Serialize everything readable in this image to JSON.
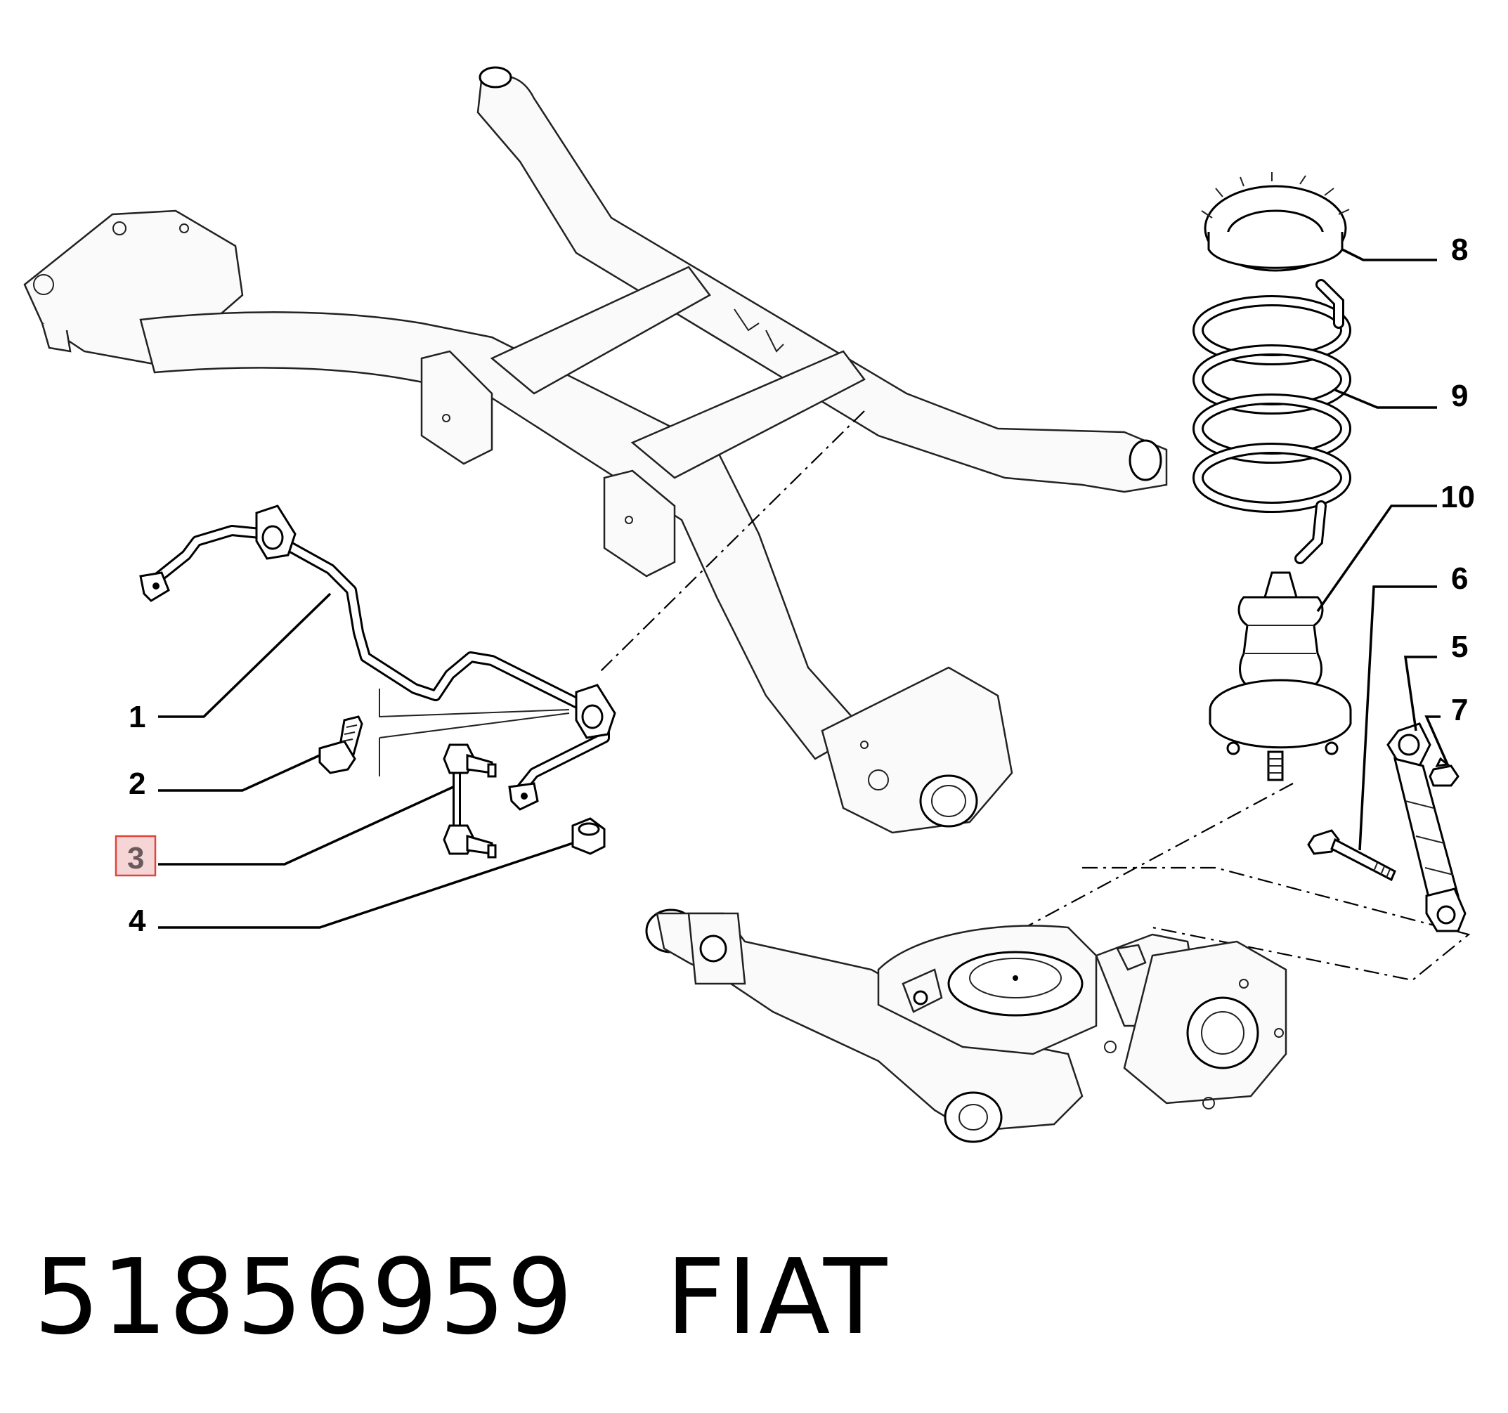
{
  "diagram": {
    "callouts": [
      {
        "id": "1",
        "label": "1",
        "highlighted": false
      },
      {
        "id": "2",
        "label": "2",
        "highlighted": false
      },
      {
        "id": "3",
        "label": "3",
        "highlighted": true
      },
      {
        "id": "4",
        "label": "4",
        "highlighted": false
      },
      {
        "id": "5",
        "label": "5",
        "highlighted": false
      },
      {
        "id": "6",
        "label": "6",
        "highlighted": false
      },
      {
        "id": "7",
        "label": "7",
        "highlighted": false
      },
      {
        "id": "8",
        "label": "8",
        "highlighted": false
      },
      {
        "id": "9",
        "label": "9",
        "highlighted": false
      },
      {
        "id": "10",
        "label": "10",
        "highlighted": false
      }
    ],
    "highlight_color": "#e0443a",
    "highlight_fill": "#f6d5d6"
  },
  "caption": {
    "part_number": "51856959",
    "brand": "FIAT"
  }
}
